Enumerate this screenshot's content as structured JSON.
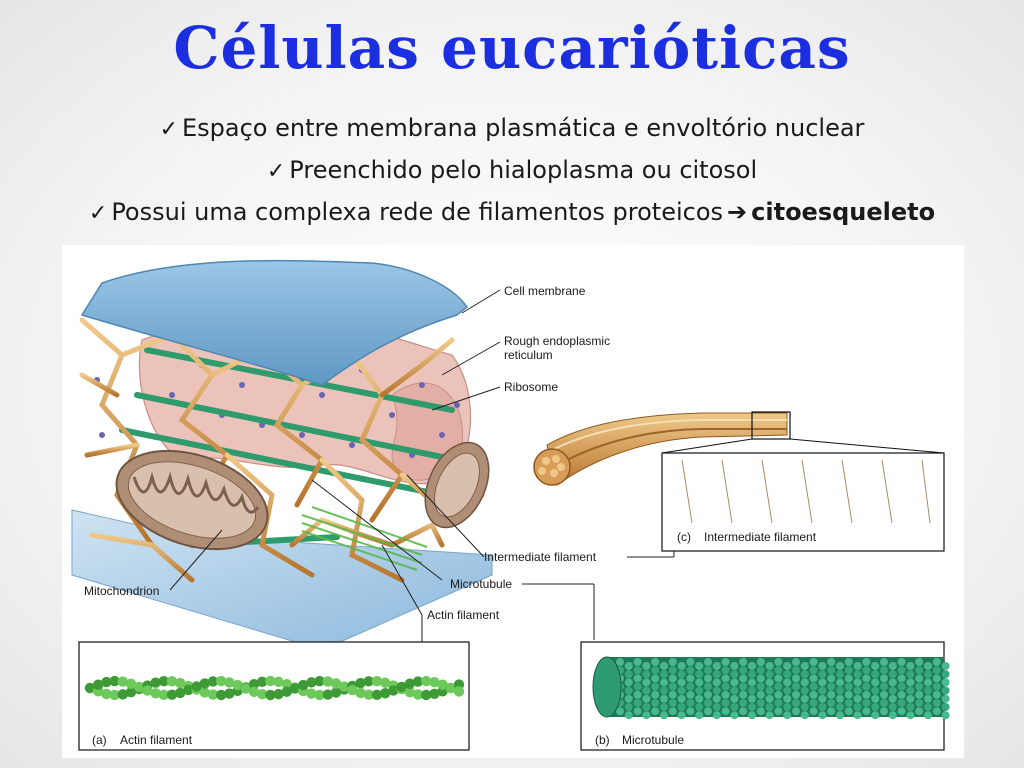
{
  "slide": {
    "title": "Células eucarióticas",
    "bullets": [
      {
        "text": "Espaço entre membrana plasmática e envoltório nuclear"
      },
      {
        "text": "Preenchido pelo hialoplasma ou citosol"
      },
      {
        "text": "Possui uma complexa rede de filamentos proteicos",
        "emphasis": "citoesqueleto"
      }
    ]
  },
  "figure": {
    "labels": {
      "cell_membrane": "Cell membrane",
      "rough_er_line1": "Rough endoplasmic",
      "rough_er_line2": "reticulum",
      "ribosome": "Ribosome",
      "intermediate_filament": "Intermediate filament",
      "microtubule": "Microtubule",
      "actin_filament": "Actin filament",
      "mitochondrion": "Mitochondrion"
    },
    "panels": {
      "a": {
        "letter": "(a)",
        "caption": "Actin filament"
      },
      "b": {
        "letter": "(b)",
        "caption": "Microtubule"
      },
      "c": {
        "letter": "(c)",
        "caption": "Intermediate filament"
      }
    }
  },
  "colors": {
    "title": "#1c2fe0",
    "membrane": "#7fb3d8",
    "er": "#e9b9b0",
    "cytoskeleton": "#e8a65a",
    "microtubule": "#2f9a6c",
    "actin": "#5bb84b",
    "mitochondrion": "#a9876f"
  }
}
